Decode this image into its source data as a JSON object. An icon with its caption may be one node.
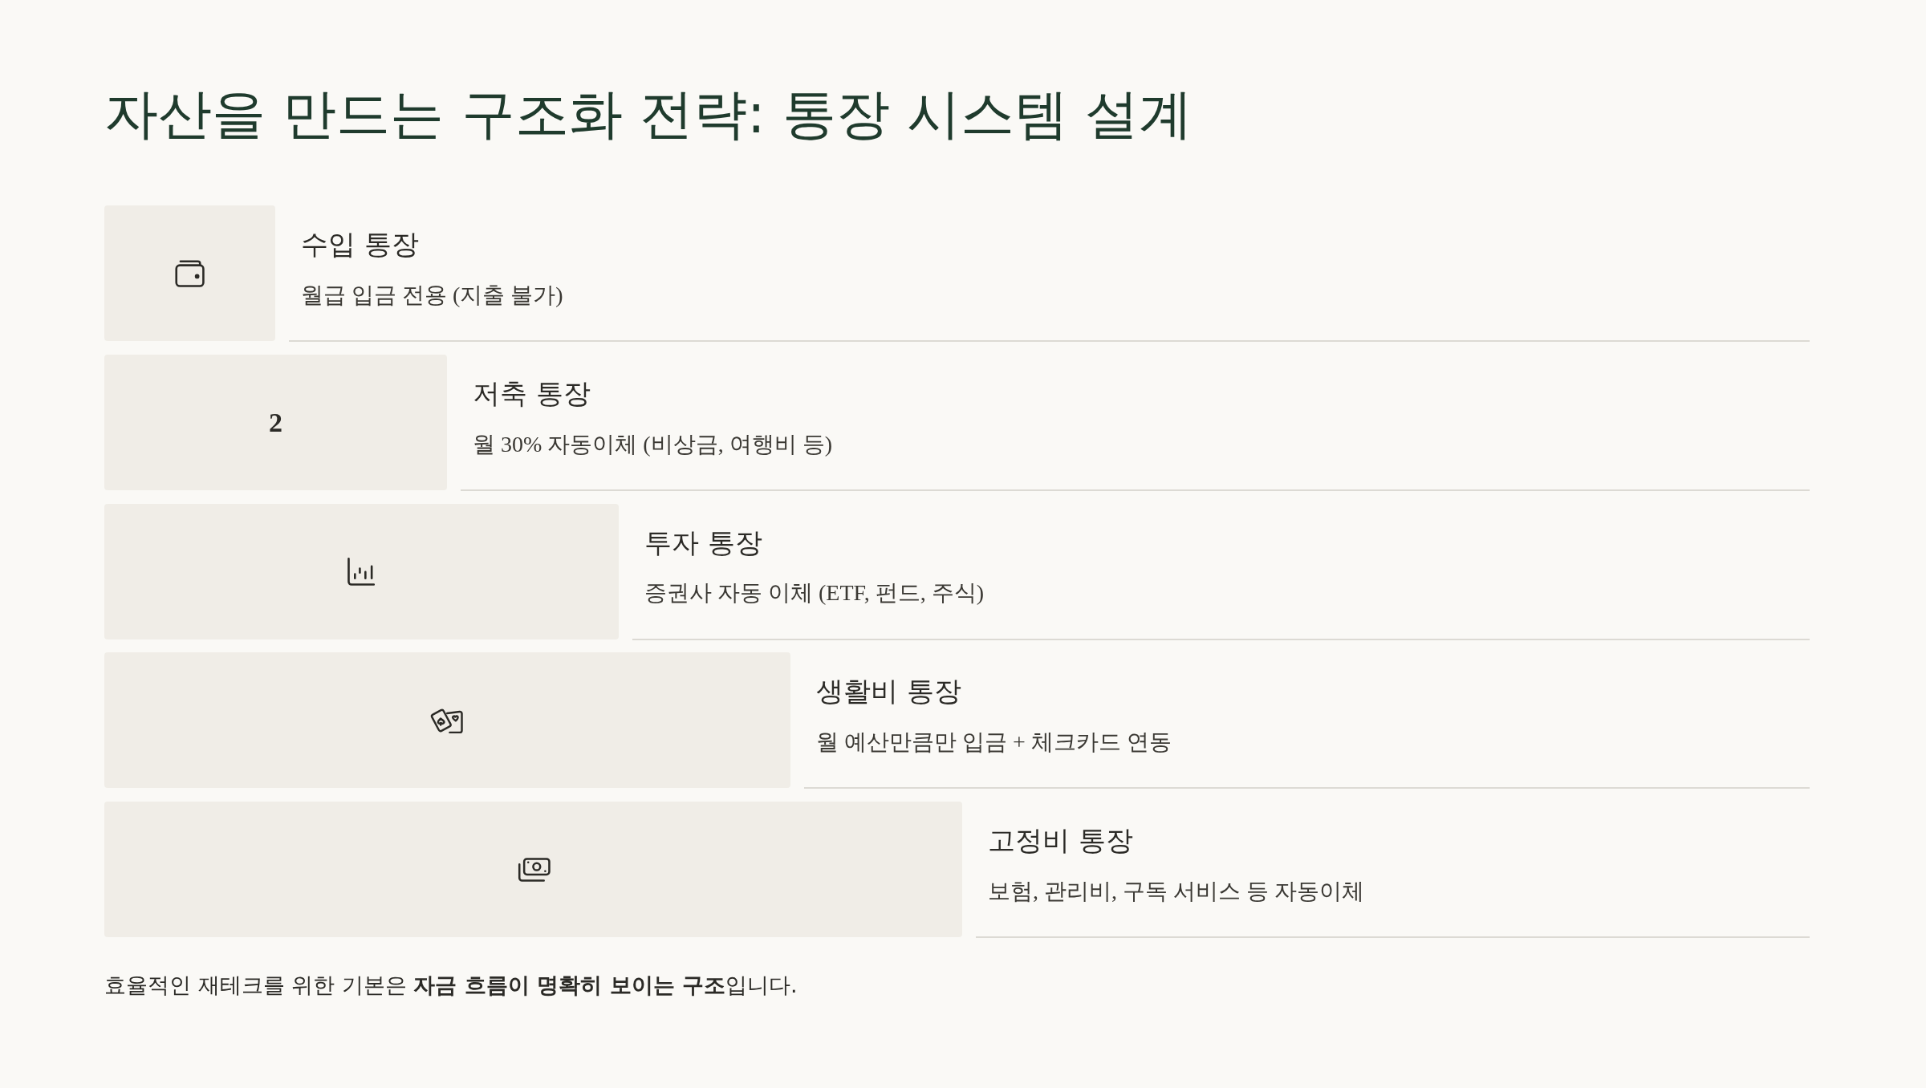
{
  "diagram": {
    "title": "자산을 만드는 구조화 전략: 통장 시스템 설계",
    "nodes": [
      {
        "text": [],
        "shape": "box",
        "beside": [
          "수입 통장",
          "월급 입금 전용 (지출 불가)"
        ]
      },
      {
        "text": [
          "2"
        ],
        "beside": [
          "저축 통장",
          "월 30% 자동이체 (비상금, 여행비 등)"
        ]
      },
      {
        "text": [],
        "shape": "box",
        "beside": [
          "투자 통장",
          "증권사 자동 이체 (ETF, 펀드, 주식)"
        ]
      },
      {
        "text": [],
        "shape": "box",
        "beside": [
          "생활비 통장",
          "월 예산만큼만 입금 + 체크카드 연동"
        ]
      },
      {
        "text": [],
        "shape": "box",
        "beside": [
          "고정비 통장",
          "보험, 관리비, 구독 서비스 등 자동이체"
        ]
      }
    ],
    "caption": "효율적인 재테크를 위한 기본은 **자금 흐름이 명확히 보이는 구조**입니다."
  }
}
